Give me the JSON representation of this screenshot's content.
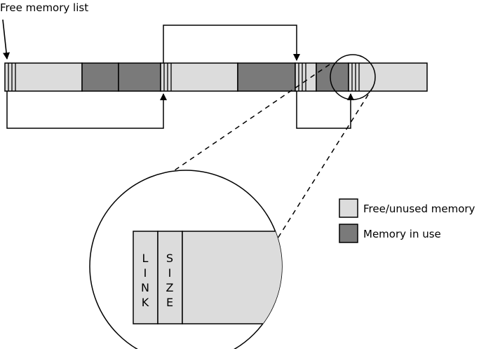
{
  "labels": {
    "free_list": "Free memory list",
    "link_letters": [
      "L",
      "I",
      "N",
      "K"
    ],
    "size_letters": [
      "S",
      "I",
      "Z",
      "E"
    ]
  },
  "legend": {
    "items": [
      {
        "label": "Free/unused memory",
        "color": "#dcdcdc"
      },
      {
        "label": "Memory in use",
        "color": "#7a7a7a"
      }
    ]
  },
  "colors": {
    "free": "#dcdcdc",
    "used": "#7a7a7a",
    "stroke": "#000000"
  }
}
